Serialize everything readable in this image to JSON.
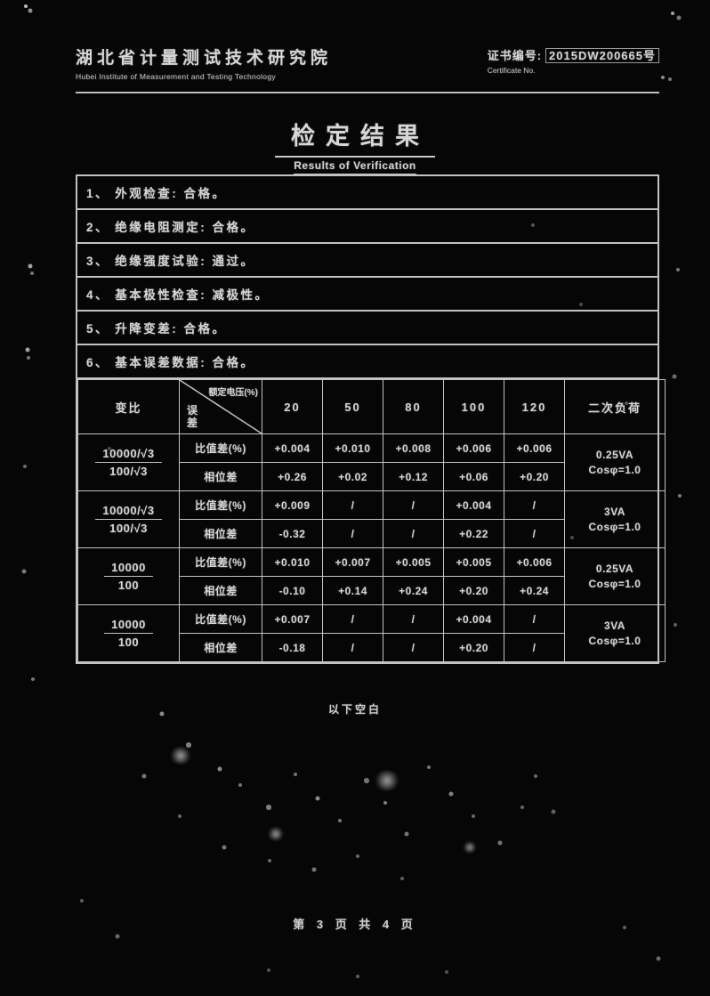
{
  "header": {
    "institute_cn": "湖北省计量测试技术研究院",
    "institute_en": "Hubei Institute of Measurement and Testing Technology",
    "certificate_label": "证书编号:",
    "certificate_no": "2015DW200665号",
    "certificate_en": "Certificate No."
  },
  "title": {
    "cn": "检定结果",
    "en": "Results of Verification"
  },
  "items": [
    "1、 外观检查: 合格。",
    "2、 绝缘电阻测定: 合格。",
    "3、 绝缘强度试验: 通过。",
    "4、 基本极性检查: 减极性。",
    "5、 升降变差: 合格。",
    "6、 基本误差数据: 合格。"
  ],
  "table": {
    "ratio_header": "变比",
    "diag_top": "额定电压(%)",
    "diag_bottom": "误差",
    "percent_columns": [
      "20",
      "50",
      "80",
      "100",
      "120"
    ],
    "burden_header": "二次负荷",
    "groups": [
      {
        "ratio_line1": "10000/√3",
        "ratio_line2": "100/√3",
        "burden_line1": "0.25VA",
        "burden_line2": "Cosφ=1.0",
        "rows": [
          {
            "label": "比值差(%)",
            "values": [
              "+0.004",
              "+0.010",
              "+0.008",
              "+0.006",
              "+0.006"
            ]
          },
          {
            "label": "相位差",
            "values": [
              "+0.26",
              "+0.02",
              "+0.12",
              "+0.06",
              "+0.20"
            ]
          }
        ]
      },
      {
        "ratio_line1": "10000/√3",
        "ratio_line2": "100/√3",
        "burden_line1": "3VA",
        "burden_line2": "Cosφ=1.0",
        "rows": [
          {
            "label": "比值差(%)",
            "values": [
              "+0.009",
              "/",
              "/",
              "+0.004",
              "/"
            ]
          },
          {
            "label": "相位差",
            "values": [
              "-0.32",
              "/",
              "/",
              "+0.22",
              "/"
            ]
          }
        ]
      },
      {
        "ratio_line1": "10000",
        "ratio_line2": "100",
        "burden_line1": "0.25VA",
        "burden_line2": "Cosφ=1.0",
        "rows": [
          {
            "label": "比值差(%)",
            "values": [
              "+0.010",
              "+0.007",
              "+0.005",
              "+0.005",
              "+0.006"
            ]
          },
          {
            "label": "相位差",
            "values": [
              "-0.10",
              "+0.14",
              "+0.24",
              "+0.20",
              "+0.24"
            ]
          }
        ]
      },
      {
        "ratio_line1": "10000",
        "ratio_line2": "100",
        "burden_line1": "3VA",
        "burden_line2": "Cosφ=1.0",
        "rows": [
          {
            "label": "比值差(%)",
            "values": [
              "+0.007",
              "/",
              "/",
              "+0.004",
              "/"
            ]
          },
          {
            "label": "相位差",
            "values": [
              "-0.18",
              "/",
              "/",
              "+0.20",
              "/"
            ]
          }
        ]
      }
    ]
  },
  "blank_note": "以下空白",
  "footer": {
    "page_text": "第 3 页 共 4 页"
  }
}
